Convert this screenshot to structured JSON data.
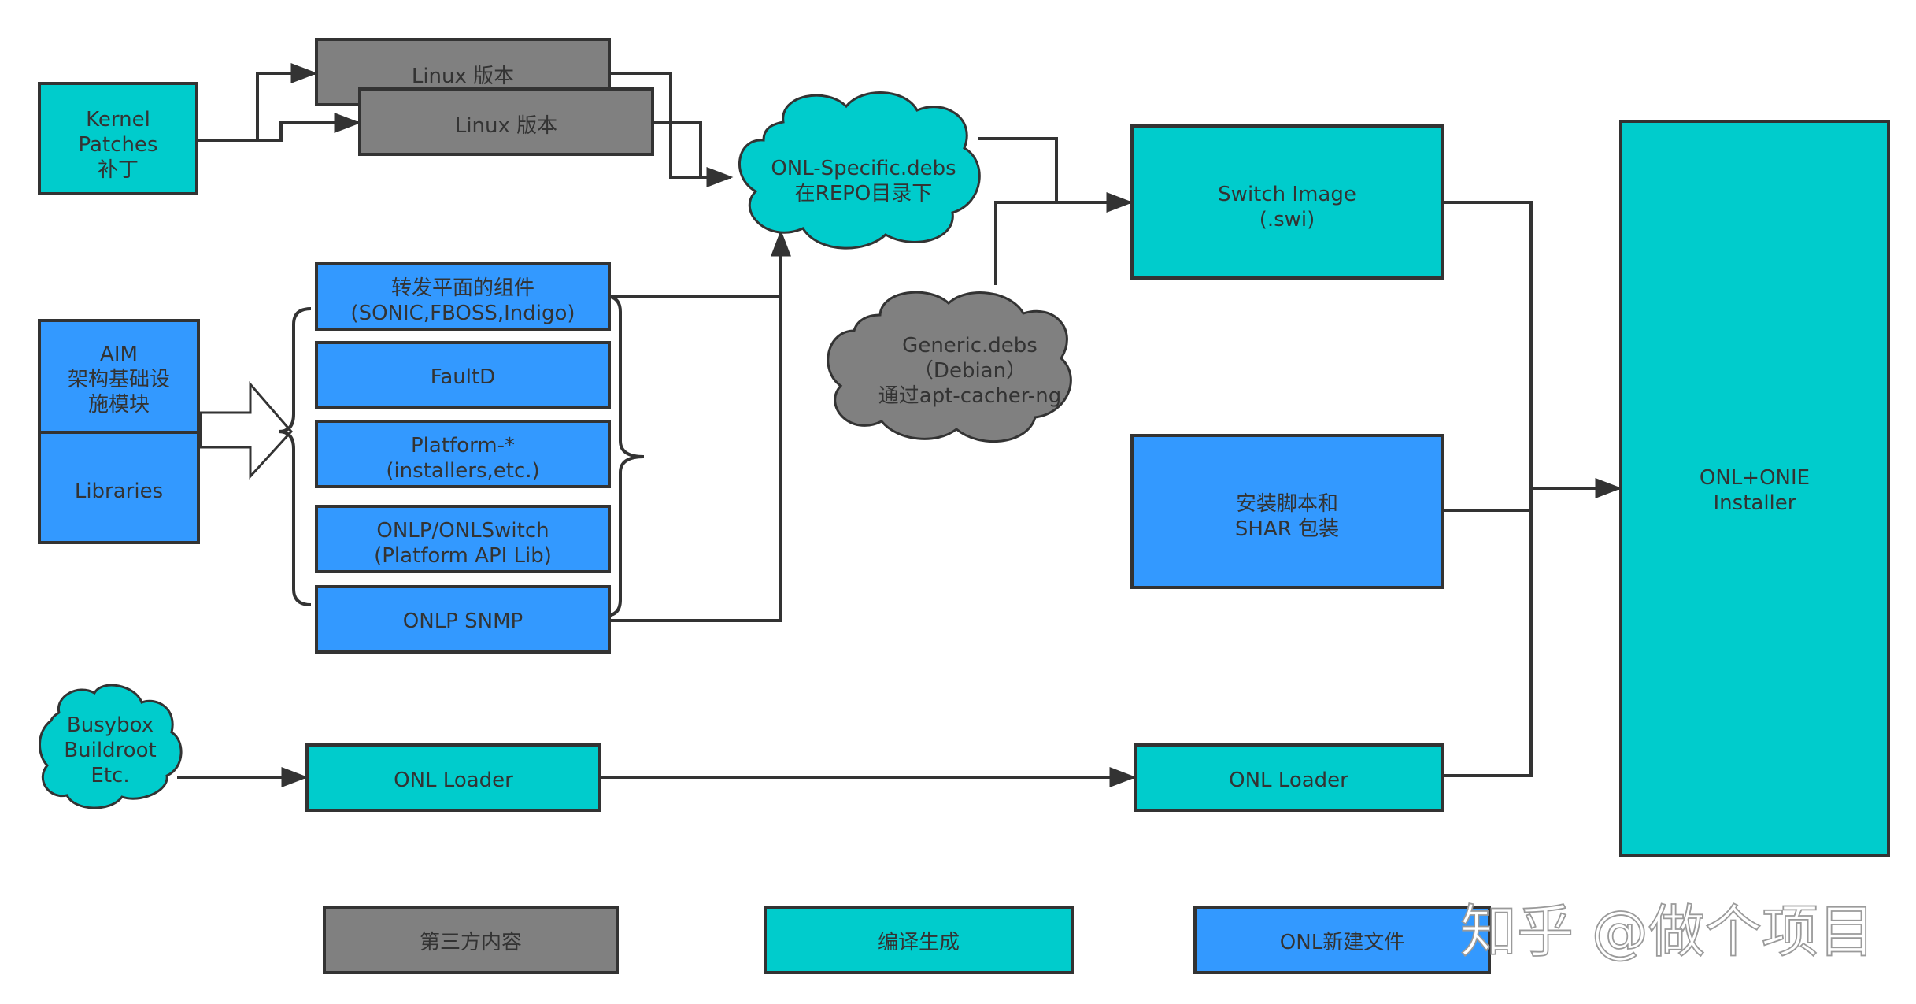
{
  "colors": {
    "third_party": "#808080",
    "compiled": "#00CCCC",
    "onl_new": "#3399FF",
    "stroke": "#333333"
  },
  "kernel_patches": {
    "line1": "Kernel",
    "line2": "Patches",
    "line3": "补丁"
  },
  "linux_version_1": "Linux 版本",
  "linux_version_2": "Linux 版本",
  "onl_specific": {
    "line1": "ONL-Specific.debs",
    "line2": "在REPO目录下"
  },
  "generic_debs": {
    "line1": "Generic.debs",
    "line2": "（Debian）",
    "line3": "通过apt-cacher-ng"
  },
  "switch_image": {
    "line1": "Switch Image",
    "line2": "(.swi)"
  },
  "install_script": {
    "line1": "安装脚本和",
    "line2": "SHAR 包装"
  },
  "installer": {
    "line1": "ONL+ONIE",
    "line2": "Installer"
  },
  "aim": {
    "line1": "AIM",
    "line2": "架构基础设",
    "line3": "施模块"
  },
  "libraries": "Libraries",
  "components": [
    {
      "line1": "转发平面的组件",
      "line2": "(SONIC,FBOSS,Indigo)"
    },
    {
      "line1": "FaultD",
      "line2": ""
    },
    {
      "line1": "Platform-*",
      "line2": "(installers,etc.)"
    },
    {
      "line1": "ONLP/ONLSwitch",
      "line2": "(Platform API Lib)"
    },
    {
      "line1": "ONLP SNMP",
      "line2": ""
    }
  ],
  "busybox": {
    "line1": "Busybox",
    "line2": "Buildroot",
    "line3": "Etc."
  },
  "onl_loader_1": "ONL Loader",
  "onl_loader_2": "ONL Loader",
  "legend": {
    "third_party": "第三方内容",
    "compiled": "编译生成",
    "onl_new": "ONL新建文件"
  },
  "watermark": "知乎 @做个项目"
}
